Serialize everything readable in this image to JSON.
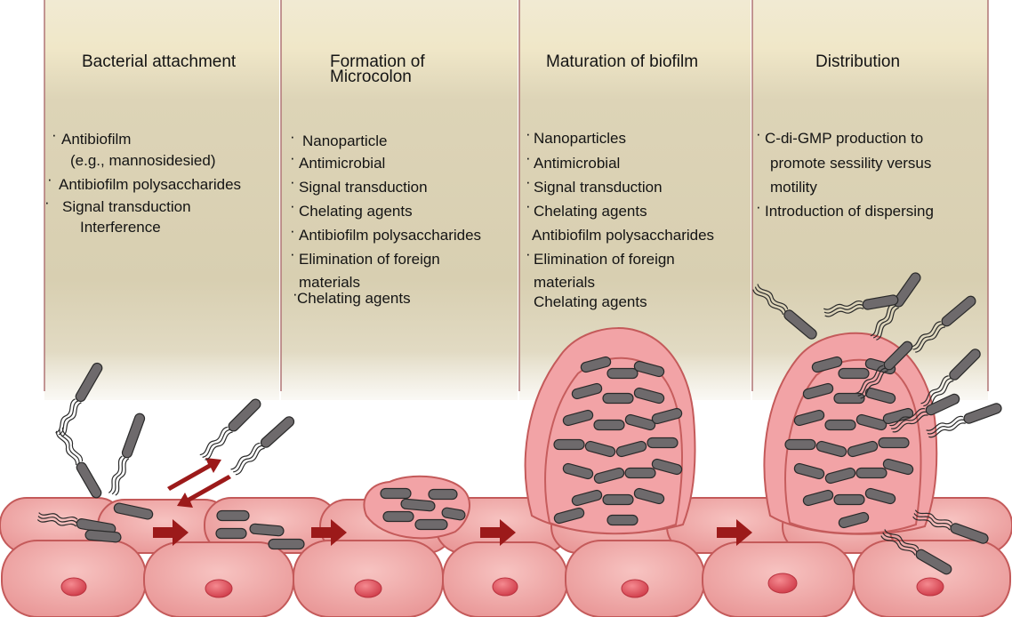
{
  "stages": [
    {
      "title": "Bacterial attachment",
      "items": [
        "Antibiofilm",
        "(e.g., mannosidesied)",
        "Antibiofilm polysaccharides",
        "Signal transduction",
        "Interference"
      ]
    },
    {
      "title_line1": "Formation of",
      "title_line2": "Microcolon",
      "items": [
        "Nanoparticle",
        "Antimicrobial",
        "Signal transduction",
        "Chelating agents",
        "Antibiofilm polysaccharides",
        "Elimination of foreign",
        "materials",
        "Chelating agents"
      ]
    },
    {
      "title": "Maturation of biofilm",
      "items": [
        "Nanoparticles",
        "Antimicrobial",
        "Signal transduction",
        "Chelating agents",
        "Antibiofilm polysaccharides",
        "Elimination of foreign",
        "materials",
        "Chelating agents"
      ]
    },
    {
      "title": "Distribution",
      "items": [
        "C-di-GMP production to",
        "promote sessility versus",
        "motility",
        "Introduction of dispersing"
      ]
    }
  ],
  "bullet": "·",
  "colors": {
    "panel": "#d9d0b2",
    "cell": "#eea0a0",
    "cell_border": "#c45a5a",
    "nucleus": "#e0505e",
    "biofilm": "#f2a3a6",
    "bacterium": "#6e6a6c",
    "arrow": "#9c1a1a"
  }
}
